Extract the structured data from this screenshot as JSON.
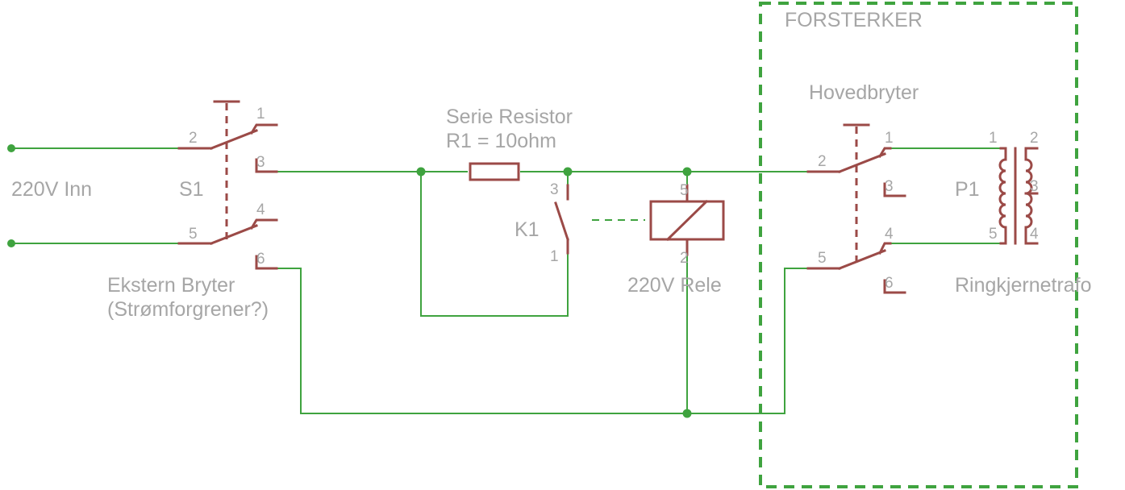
{
  "colors": {
    "wire": "#3fa33f",
    "component": "#9b4a47",
    "label": "#a6a6a6",
    "background": "#ffffff"
  },
  "labels": {
    "forsterker": "FORSTERKER",
    "inn": "220V Inn",
    "s1": "S1",
    "ekstern_line1": "Ekstern Bryter",
    "ekstern_line2": "(Strømforgrener?)",
    "serie_line1": "Serie Resistor",
    "serie_line2": "R1 = 10ohm",
    "k1": "K1",
    "rele": "220V Rele",
    "hovedbryter": "Hovedbryter",
    "p1": "P1",
    "ringkjernetrafo": "Ringkjernetrafo"
  },
  "pins": {
    "s1": [
      "1",
      "2",
      "3",
      "4",
      "5",
      "6"
    ],
    "k1": [
      "3",
      "1"
    ],
    "rele": [
      "5",
      "2"
    ],
    "hovedbryter": [
      "1",
      "2",
      "3",
      "4",
      "5",
      "6"
    ],
    "p1_primary": [
      "1",
      "5"
    ],
    "p1_secondary": [
      "2",
      "3",
      "4"
    ]
  }
}
